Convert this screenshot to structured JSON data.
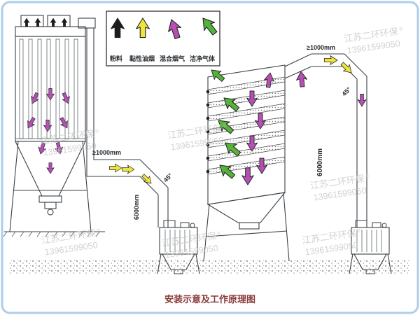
{
  "caption": "安装示意及工作原理图",
  "legend": {
    "items": [
      {
        "label": "粉料",
        "color": "#1c1c1c"
      },
      {
        "label": "黏性油烟",
        "color": "#efe43c"
      },
      {
        "label": "混合烟气",
        "color": "#b650b4"
      },
      {
        "label": "洁净气体",
        "color": "#55b33b"
      }
    ]
  },
  "dims": {
    "mid_clearance": "≥1000mm",
    "mid_height": "6000mm",
    "mid_angle": "45°",
    "right_clearance": "≥1000mm",
    "right_height": "6000mm",
    "right_angle": "45°"
  },
  "watermark": {
    "company": "江苏二环环保",
    "registered": "®",
    "phone": "13961599050"
  },
  "colors": {
    "caption": "#8b3a3a",
    "border": "#aecde9",
    "watermark": "#c8c8c8",
    "line": "#3a4045"
  }
}
